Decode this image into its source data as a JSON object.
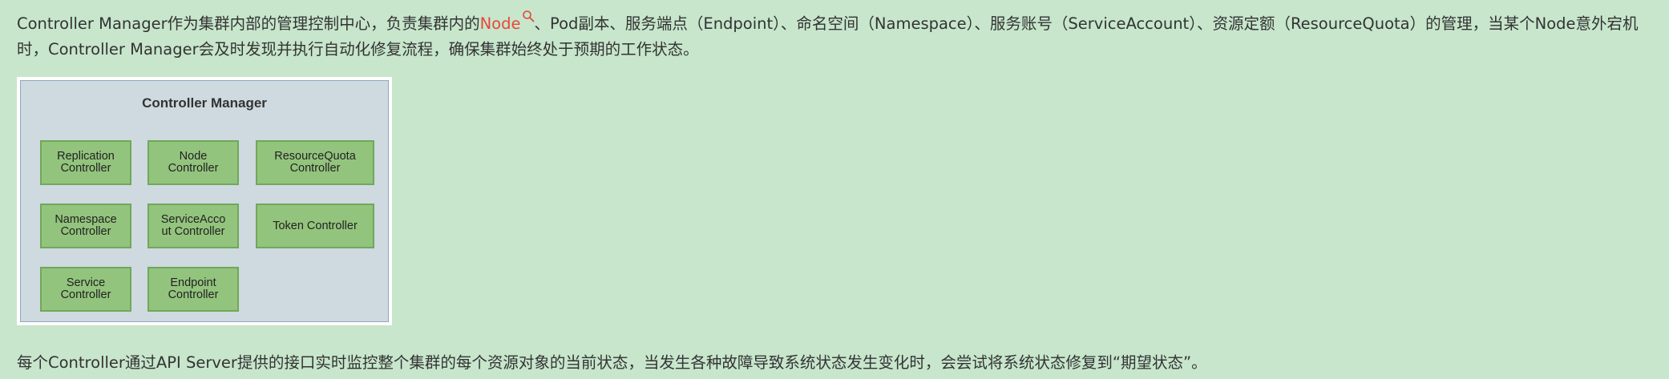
{
  "paragraph1": {
    "before": "Controller Manager作为集群内部的管理控制中心，负责集群内的",
    "link": "Node",
    "after": "、Pod副本、服务端点（Endpoint）、命名空间（Namespace）、服务账号（ServiceAccount）、资源定额（ResourceQuota）的管理，当某个Node意外宕机时，Controller Manager会及时发现并执行自动化修复流程，确保集群始终处于预期的工作状态。"
  },
  "figure": {
    "title": "Controller Manager",
    "controllers": [
      "Replication\nController",
      "Node\nController",
      "ResourceQuota\nController",
      "Namespace\nController",
      "ServiceAcco\nut Controller",
      "Token Controller",
      "Service\nController",
      "Endpoint\nController"
    ]
  },
  "paragraph2": "每个Controller通过API Server提供的接口实时监控整个集群的每个资源对象的当前状态，当发生各种故障导致系统状态发生变化时，会尝试将系统状态修复到“期望状态”。",
  "colors": {
    "page_background": "#c7e6cc",
    "link": "#e8463a",
    "controller_fill": "#93c47d",
    "figure_background": "#cfd9e0"
  },
  "icons": [
    "search-icon"
  ]
}
